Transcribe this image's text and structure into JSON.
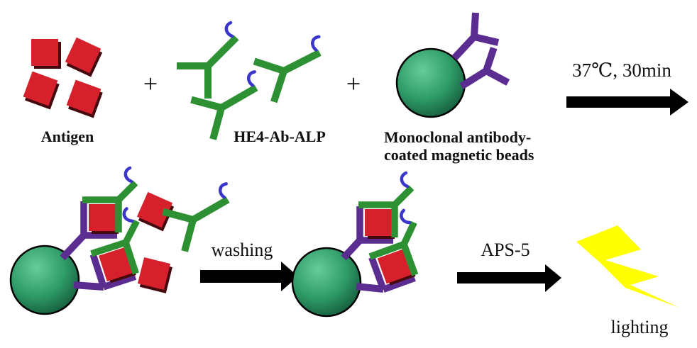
{
  "colors": {
    "background": "#ffffff",
    "antigen": "#d6202b",
    "antigen_shadow": "#460a0e",
    "antibody_green": "#2d9133",
    "alp_blue": "#3a36c9",
    "antibody_purple": "#5b2d90",
    "bead_highlight": "#66cb9a",
    "bead_mid": "#2f9d68",
    "bead_dark": "#14583a",
    "bead_outline": "#000000",
    "arrow": "#000000",
    "lightning": "#ffff00",
    "text": "#111111"
  },
  "reagents": {
    "antigen": {
      "label": "Antigen"
    },
    "he4_ab_alp": {
      "label": "HE4-Ab-ALP"
    },
    "magnetic_beads": {
      "label_line1": "Monoclonal antibody-",
      "label_line2": "coated magnetic beads"
    }
  },
  "operators": {
    "plus1": "+",
    "plus2": "+"
  },
  "steps": {
    "incubation": {
      "label": "37℃, 30min"
    },
    "washing": {
      "label": "washing"
    },
    "detection": {
      "label": "APS-5"
    }
  },
  "result": {
    "label": "lighting"
  }
}
